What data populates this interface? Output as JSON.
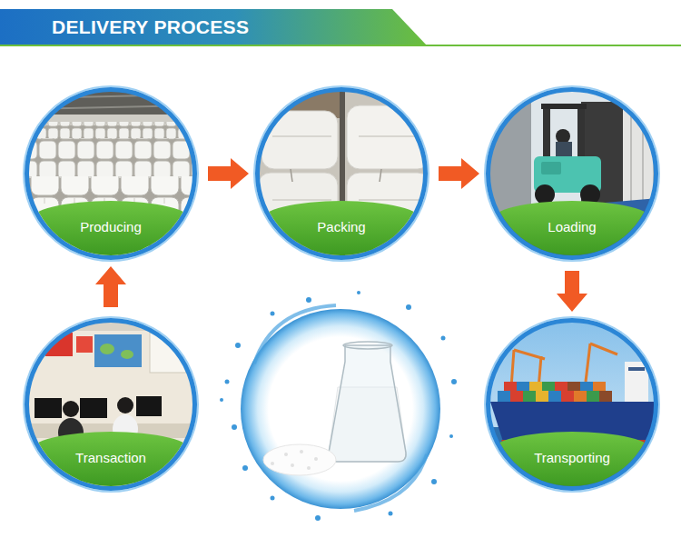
{
  "diagram": {
    "title": "DELIVERY PROCESS",
    "nodes": [
      {
        "text": [
          "Producing"
        ]
      },
      {
        "text": [
          "Packing"
        ]
      },
      {
        "text": [
          "Loading"
        ]
      },
      {
        "text": [
          "Transaction"
        ]
      },
      {
        "text": [
          "Transporting"
        ]
      }
    ],
    "edges": [
      {
        "from": 3,
        "to": 0,
        "arrow": "to"
      },
      {
        "from": 0,
        "to": 1,
        "arrow": "to"
      },
      {
        "from": 1,
        "to": 2,
        "arrow": "to"
      },
      {
        "from": 2,
        "to": 4,
        "arrow": "to"
      }
    ]
  }
}
